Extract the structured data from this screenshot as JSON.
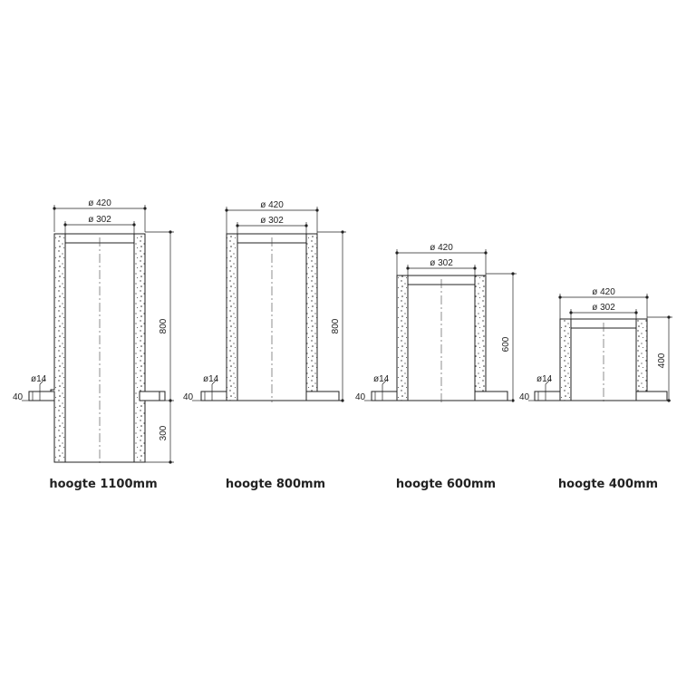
{
  "diagrams": [
    {
      "caption": "hoogte 1100mm",
      "outer_diameter": "ø 420",
      "inner_diameter": "ø 302",
      "pipe_diameter": "ø14",
      "offset_dim": "40",
      "upper_height": "800",
      "lower_height": "300"
    },
    {
      "caption": "hoogte 800mm",
      "outer_diameter": "ø 420",
      "inner_diameter": "ø 302",
      "pipe_diameter": "ø14",
      "offset_dim": "40",
      "upper_height": "800"
    },
    {
      "caption": "hoogte 600mm",
      "outer_diameter": "ø 420",
      "inner_diameter": "ø 302",
      "pipe_diameter": "ø14",
      "offset_dim": "40",
      "upper_height": "600"
    },
    {
      "caption": "hoogte 400mm",
      "outer_diameter": "ø 420",
      "inner_diameter": "ø 302",
      "pipe_diameter": "ø14",
      "offset_dim": "40",
      "upper_height": "400"
    }
  ]
}
